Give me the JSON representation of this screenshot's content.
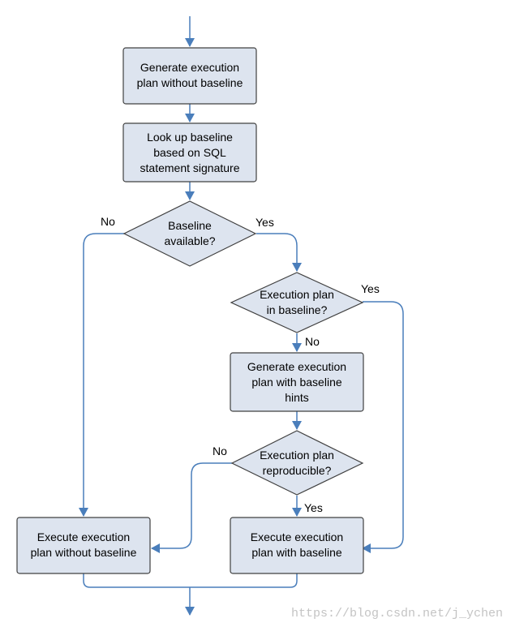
{
  "colors": {
    "node_fill": "#dde4ef",
    "node_stroke": "#404040",
    "edge": "#4a7ebb"
  },
  "nodes": {
    "generate_plan": [
      "Generate execution",
      "plan without baseline"
    ],
    "lookup_baseline": [
      "Look up baseline",
      "based on SQL",
      "statement signature"
    ],
    "baseline_available": [
      "Baseline",
      "available?"
    ],
    "plan_in_baseline": [
      "Execution plan",
      "in baseline?"
    ],
    "generate_with_hints": [
      "Generate execution",
      "plan with baseline",
      "hints"
    ],
    "plan_reproducible": [
      "Execution plan",
      "reproducible?"
    ],
    "execute_without": [
      "Execute execution",
      "plan without baseline"
    ],
    "execute_with": [
      "Execute execution",
      "plan with baseline"
    ]
  },
  "edge_labels": {
    "baseline_available_no": "No",
    "baseline_available_yes": "Yes",
    "plan_in_baseline_yes": "Yes",
    "plan_in_baseline_no": "No",
    "plan_reproducible_no": "No",
    "plan_reproducible_yes": "Yes"
  },
  "watermark": "https://blog.csdn.net/j_ychen"
}
